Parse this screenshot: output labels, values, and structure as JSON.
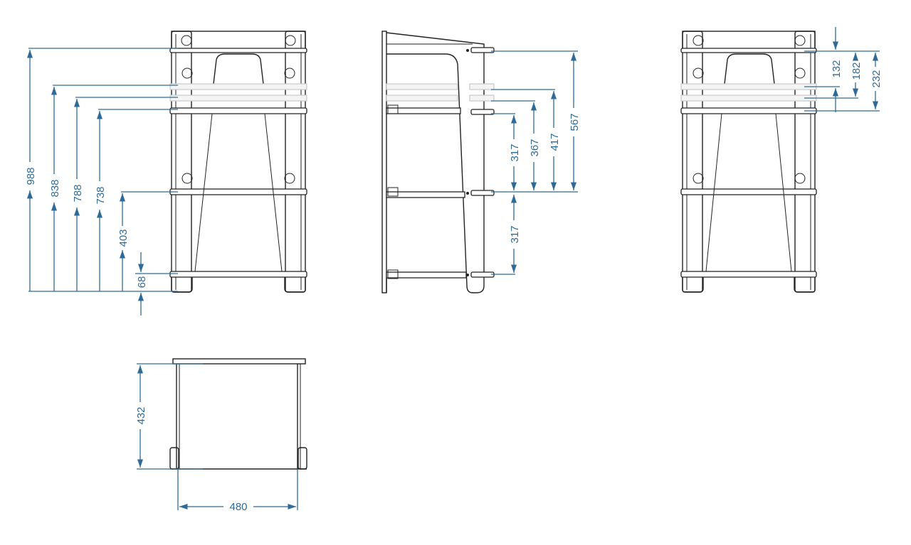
{
  "colors": {
    "dimension": "#2f6b96",
    "line": "#222222",
    "background": "#ffffff"
  },
  "dimensions": {
    "front_view": {
      "total_height": "988",
      "shelf_4_height": "838",
      "shelf_3b_height": "788",
      "shelf_3_height": "738",
      "shelf_2_height": "403",
      "shelf_1_height": "68"
    },
    "side_view": {
      "lower_gap": "317",
      "upper_gap": "317",
      "gap_to_shelf_b": "367",
      "gap_to_shelf_a": "417",
      "gap_to_top": "567"
    },
    "rear_view": {
      "top_offset_1": "132",
      "top_offset_2": "182",
      "top_offset_3": "232"
    },
    "top_view": {
      "depth": "432",
      "width": "480"
    }
  }
}
